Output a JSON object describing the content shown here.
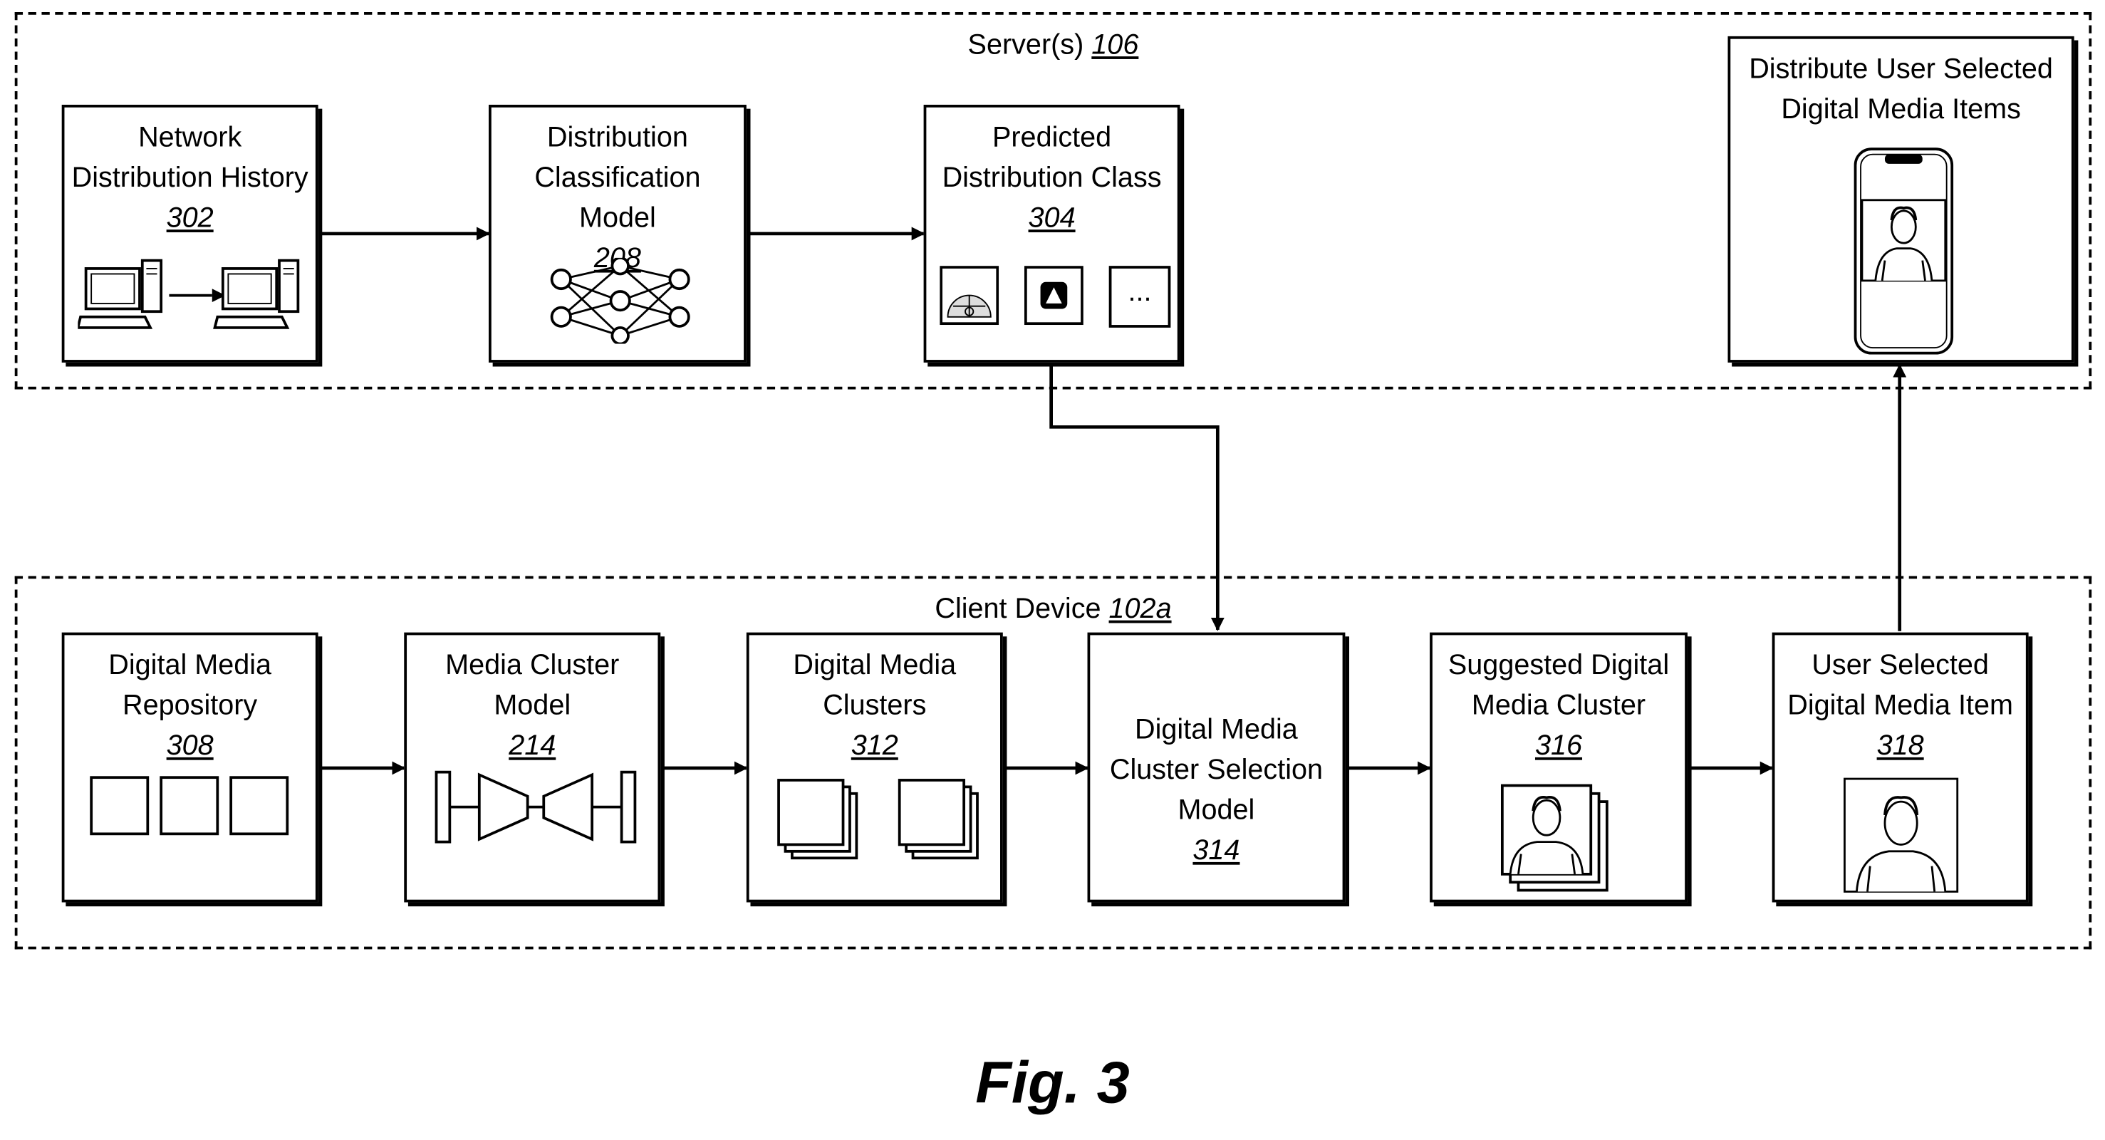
{
  "groups": {
    "servers": {
      "label": "Server(s) ",
      "ref": "106"
    },
    "client": {
      "label": "Client Device ",
      "ref": "102a"
    }
  },
  "nodes": {
    "network_history": {
      "line1": "Network",
      "line2": "Distribution History",
      "ref": "302",
      "icon": "two-computers-icon"
    },
    "classification_model": {
      "line1": "Distribution",
      "line2": "Classification",
      "line3": "Model ",
      "ref": "208",
      "icon": "neural-network-icon"
    },
    "predicted_class": {
      "line1": "Predicted",
      "line2": "Distribution Class",
      "ref": "304",
      "icons": [
        "basketball-court-icon",
        "app-logo-icon",
        "ellipsis-icon"
      ],
      "ellipsis": "..."
    },
    "distribute_selected": {
      "line1": "Distribute User Selected",
      "line2": "Digital Media Items",
      "icon": "smartphone-portrait-icon"
    },
    "repository": {
      "line1": "Digital Media",
      "line2": "Repository ",
      "ref": "308",
      "icon": "three-squares-icon"
    },
    "cluster_model": {
      "line1": "Media Cluster",
      "line2": "Model ",
      "ref": "214",
      "icon": "encoder-decoder-icon"
    },
    "clusters": {
      "line1": "Digital Media",
      "line2": "Clusters ",
      "ref": "312",
      "icon": "stacked-pages-icon"
    },
    "selection_model": {
      "line1": "Digital Media",
      "line2": "Cluster Selection",
      "line3": "Model ",
      "ref": "314"
    },
    "suggested_cluster": {
      "line1": "Suggested Digital",
      "line2": "Media Cluster ",
      "ref": "316",
      "icon": "stacked-portraits-icon"
    },
    "selected_item": {
      "line1": "User Selected",
      "line2": "Digital Media Item",
      "ref": "318",
      "icon": "portrait-icon"
    }
  },
  "figure": {
    "label": "Fig. 3"
  }
}
